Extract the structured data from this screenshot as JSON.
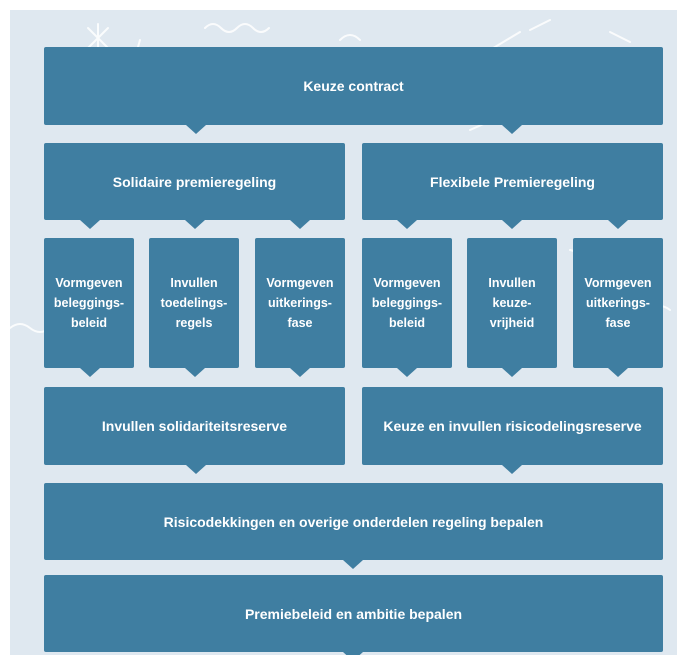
{
  "diagram": {
    "top": "Keuze contract",
    "left_branch": "Solidaire premieregeling",
    "right_branch": "Flexibele Premieregeling",
    "left_steps": [
      "Vormgeven\nbeleggings-\nbeleid",
      "Invullen\ntoedelings-\nregels",
      "Vormgeven\nuitkerings-\nfase"
    ],
    "right_steps": [
      "Vormgeven\nbeleggings-\nbeleid",
      "Invullen\nkeuze-\nvrijheid",
      "Vormgeven\nuitkerings-\nfase"
    ],
    "left_reserve": "Invullen solidariteitsreserve",
    "right_reserve": "Keuze en invullen risicodelingsreserve",
    "coverage": "Risicodekkingen en overige onderdelen regeling bepalen",
    "premium": "Premiebeleid en ambitie bepalen"
  },
  "colors": {
    "box": "#3f7ea1",
    "background": "#dfe8f0",
    "text": "#ffffff"
  }
}
